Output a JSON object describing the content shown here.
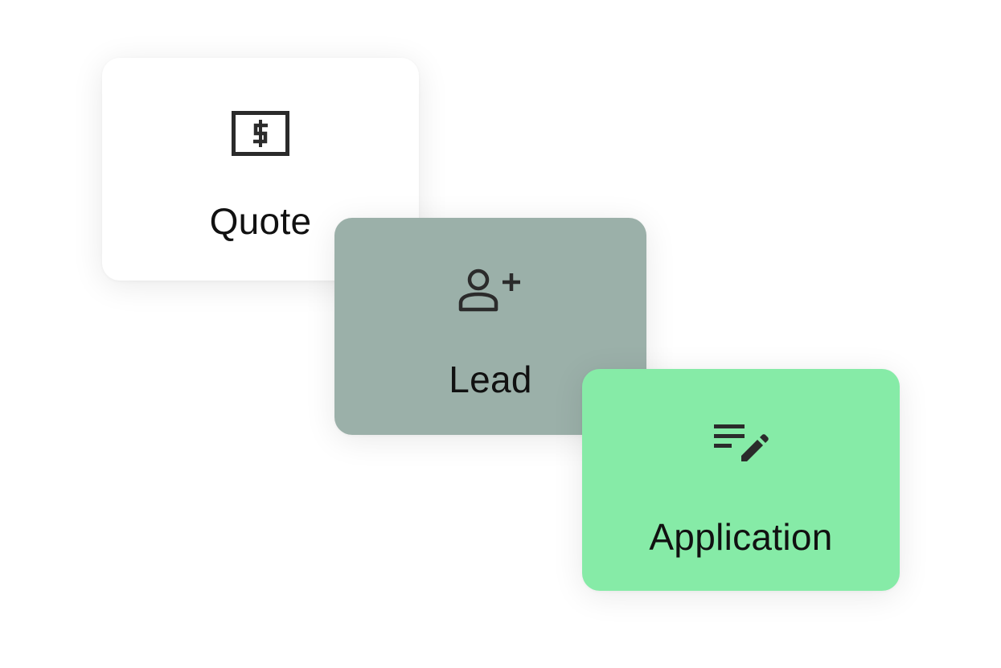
{
  "cards": [
    {
      "label": "Quote",
      "icon": "dollar-bill-icon",
      "background": "#ffffff"
    },
    {
      "label": "Lead",
      "icon": "person-add-icon",
      "background": "#9bb0a9"
    },
    {
      "label": "Application",
      "icon": "edit-note-icon",
      "background": "#86eba7"
    }
  ],
  "colors": {
    "icon": "#2b2b2b",
    "text": "#111111"
  }
}
